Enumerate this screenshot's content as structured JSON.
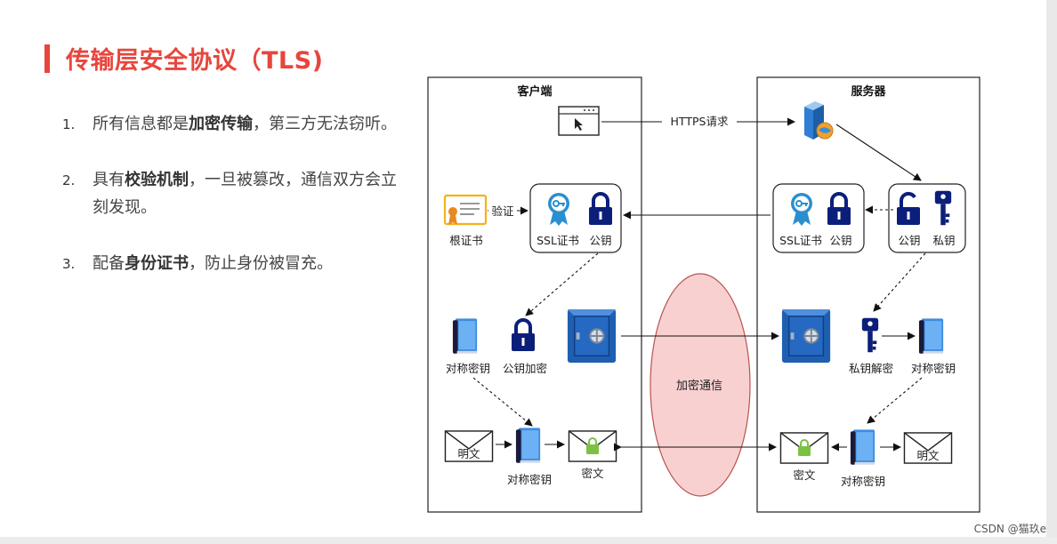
{
  "title": "传输层安全协议（TLS)",
  "points": [
    {
      "num": "1.",
      "pre": "所有信息都是",
      "bold": "加密传输",
      "post": "，第三方无法窃听。"
    },
    {
      "num": "2.",
      "pre": "具有",
      "bold": "校验机制",
      "post": "，一旦被篡改，通信双方会立刻发现。"
    },
    {
      "num": "3.",
      "pre": "配备",
      "bold": "身份证书",
      "post": "，防止身份被冒充。"
    }
  ],
  "diagram": {
    "client_title": "客户端",
    "server_title": "服务器",
    "https_request": "HTTPS请求",
    "root_cert": "根证书",
    "verify": "验证",
    "client_ssl_cert": "SSL证书",
    "client_public_key": "公钥",
    "server_ssl_cert": "SSL证书",
    "server_public_key_in_cert": "公钥",
    "server_public_key": "公钥",
    "server_private_key": "私钥",
    "symmetric_key_client": "对称密钥",
    "public_key_encrypt": "公钥加密",
    "encrypted_comm": "加密通信",
    "private_key_decrypt": "私钥解密",
    "symmetric_key_server": "对称密钥",
    "plaintext_client": "明文",
    "symmetric_key_client_2": "对称密钥",
    "ciphertext_client": "密文",
    "ciphertext_server": "密文",
    "symmetric_key_server_2": "对称密钥",
    "plaintext_server": "明文",
    "colors": {
      "accent": "#e8453c",
      "lock": "#0b1f7a",
      "ellipse": "#f8d0d0",
      "ellipse_stroke": "#b85450",
      "envelope_lock": "#7cc242",
      "safe": "#1f5fb2"
    }
  },
  "watermark": "CSDN @猫玖e"
}
